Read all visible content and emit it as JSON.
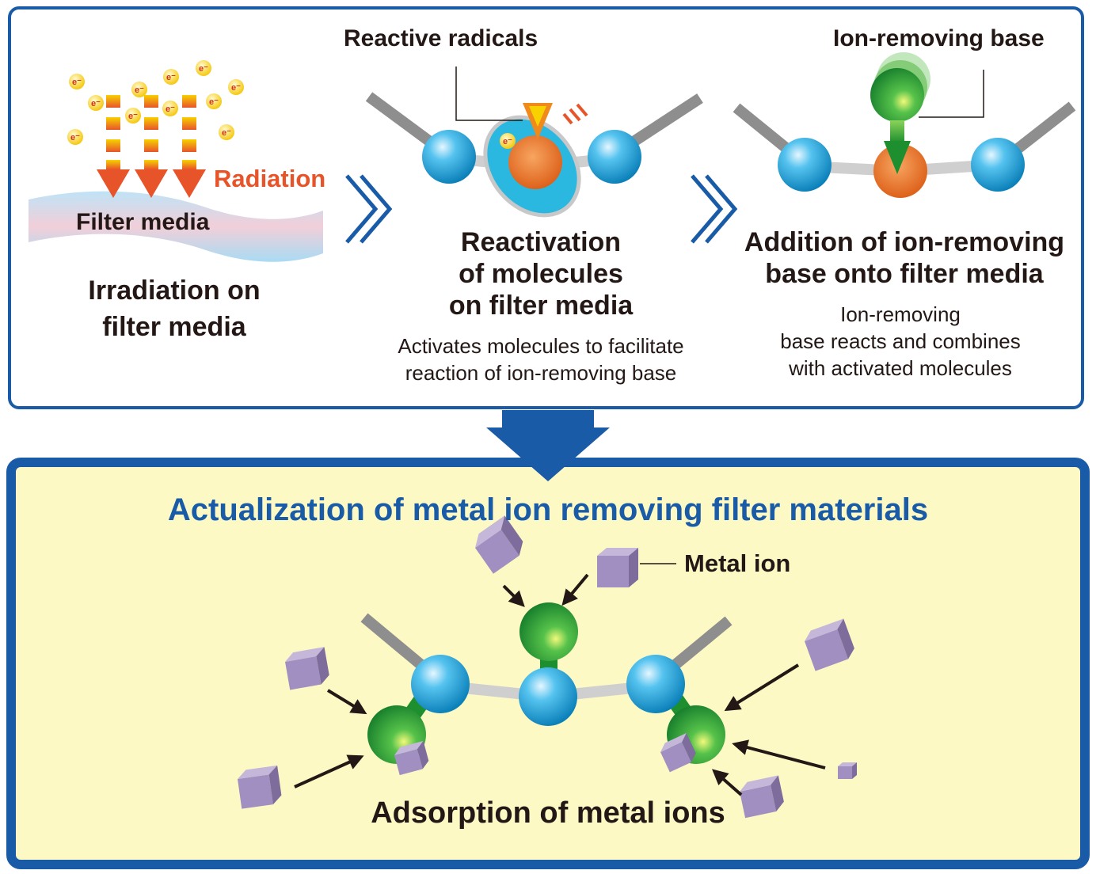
{
  "step1": {
    "radiation_label": "Radiation",
    "media_label": "Filter media",
    "title_line1": "Irradiation on",
    "title_line2": "filter media",
    "electron": "e-"
  },
  "step2": {
    "callout": "Reactive radicals",
    "title_line1": "Reactivation",
    "title_line2": "of molecules",
    "title_line3": "on filter media",
    "desc_line1": "Activates molecules to facilitate",
    "desc_line2": "reaction of ion-removing base"
  },
  "step3": {
    "callout": "Ion-removing base",
    "title_line1": "Addition of ion-removing",
    "title_line2": "base onto filter media",
    "desc_line1": "Ion-removing",
    "desc_line2": "base reacts and combines",
    "desc_line3": "with activated molecules"
  },
  "result": {
    "title": "Actualization of metal ion removing filter materials",
    "metal_ion_label": "Metal ion",
    "caption": "Adsorption of metal ions"
  },
  "colors": {
    "frame_blue": "#1a5ba8",
    "result_bg": "#fdf9c4",
    "radiation_orange": "#e8542a",
    "molecule_blue": "#1ba0d8",
    "radical_orange": "#ec6c1f",
    "base_green": "#2aa038",
    "metal_ion_purple": "#9d8bb5"
  }
}
